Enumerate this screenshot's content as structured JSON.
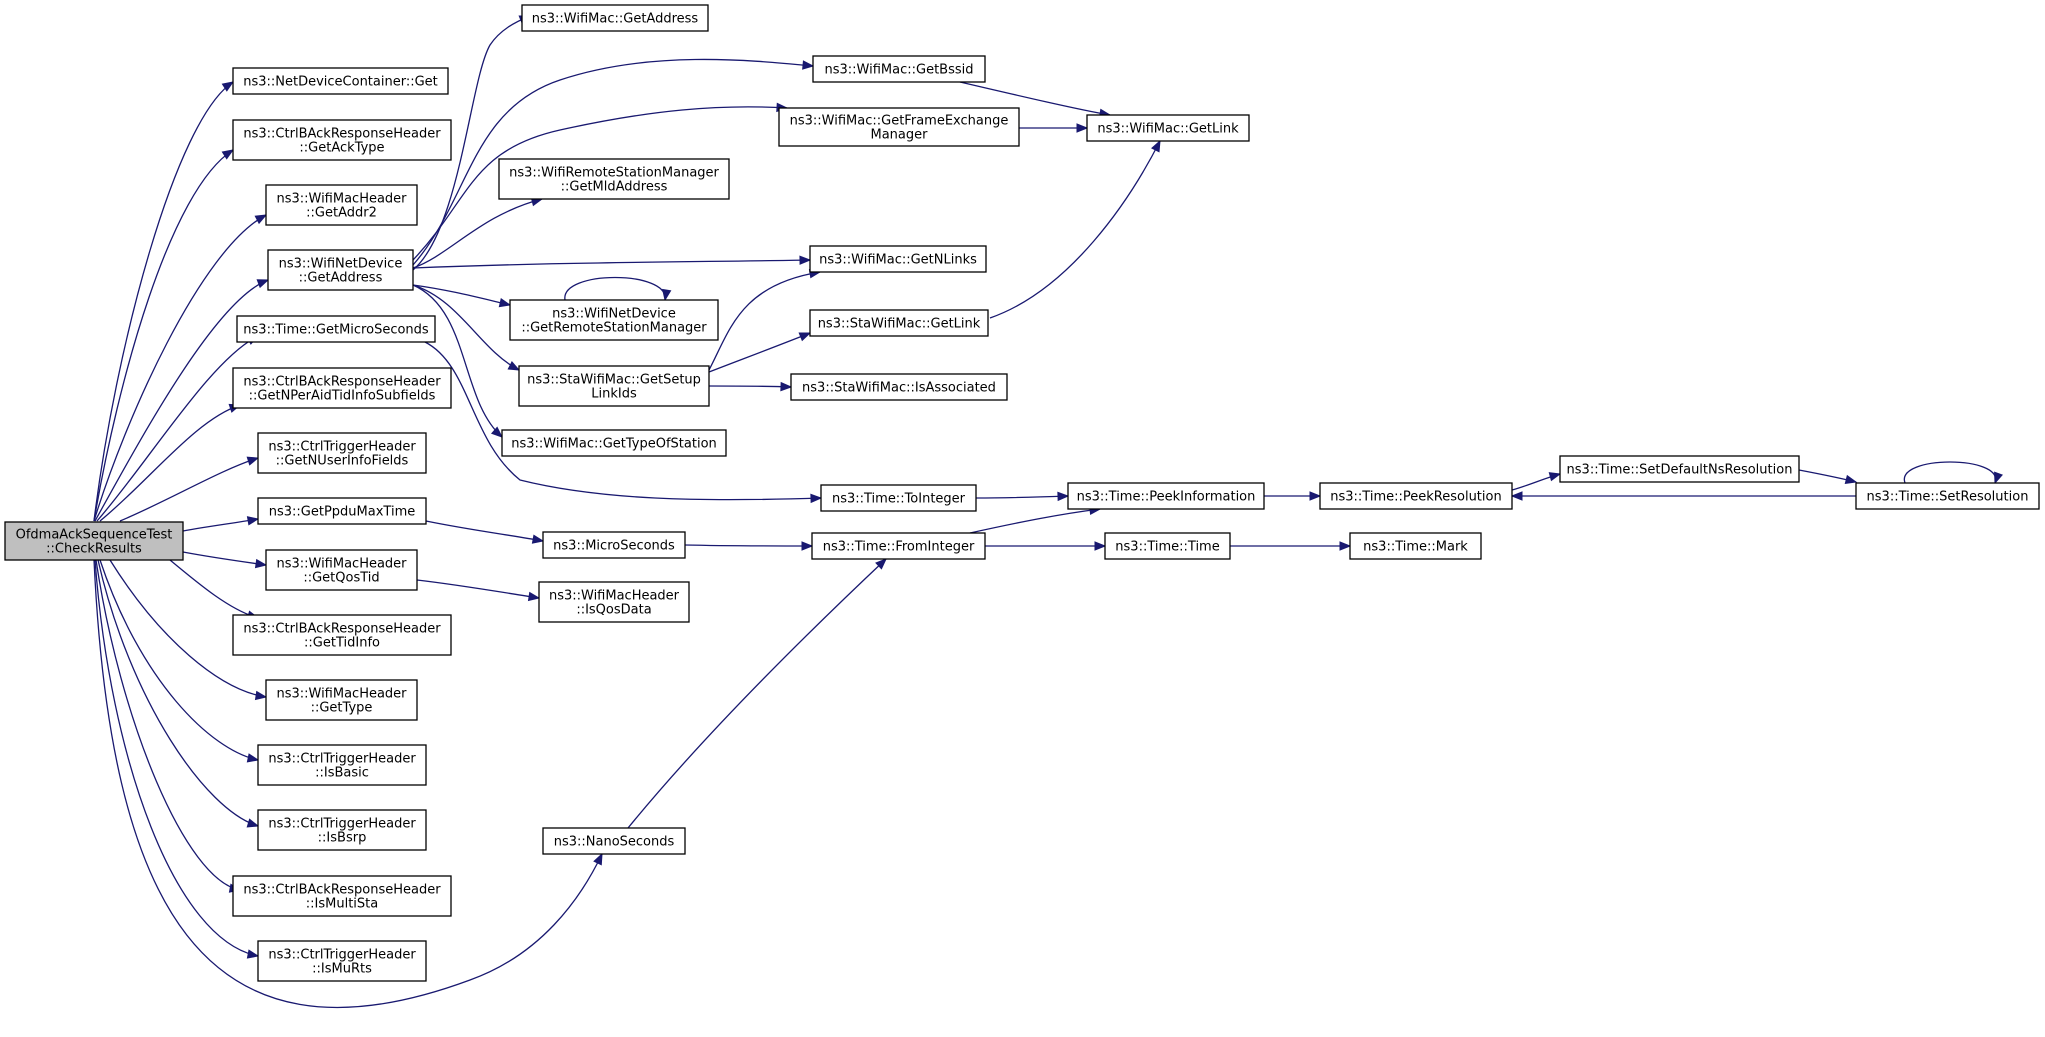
{
  "graph": {
    "nodes": [
      {
        "id": "root",
        "lines": [
          "OfdmaAckSequenceTest",
          "::CheckResults"
        ],
        "root": true
      },
      {
        "id": "ndc_get",
        "lines": [
          "ns3::NetDeviceContainer::Get"
        ]
      },
      {
        "id": "ack_type",
        "lines": [
          "ns3::CtrlBAckResponseHeader",
          "::GetAckType"
        ]
      },
      {
        "id": "addr2",
        "lines": [
          "ns3::WifiMacHeader",
          "::GetAddr2"
        ]
      },
      {
        "id": "wnd_addr",
        "lines": [
          "ns3::WifiNetDevice",
          "::GetAddress"
        ]
      },
      {
        "id": "micro_sec",
        "lines": [
          "ns3::Time::GetMicroSeconds"
        ]
      },
      {
        "id": "nper_aid",
        "lines": [
          "ns3::CtrlBAckResponseHeader",
          "::GetNPerAidTidInfoSubfields"
        ]
      },
      {
        "id": "nuser",
        "lines": [
          "ns3::CtrlTriggerHeader",
          "::GetNUserInfoFields"
        ]
      },
      {
        "id": "ppdu_max",
        "lines": [
          "ns3::GetPpduMaxTime"
        ]
      },
      {
        "id": "qos_tid",
        "lines": [
          "ns3::WifiMacHeader",
          "::GetQosTid"
        ]
      },
      {
        "id": "tid_info",
        "lines": [
          "ns3::CtrlBAckResponseHeader",
          "::GetTidInfo"
        ]
      },
      {
        "id": "get_type",
        "lines": [
          "ns3::WifiMacHeader",
          "::GetType"
        ]
      },
      {
        "id": "is_basic",
        "lines": [
          "ns3::CtrlTriggerHeader",
          "::IsBasic"
        ]
      },
      {
        "id": "is_bsrp",
        "lines": [
          "ns3::CtrlTriggerHeader",
          "::IsBsrp"
        ]
      },
      {
        "id": "is_multi",
        "lines": [
          "ns3::CtrlBAckResponseHeader",
          "::IsMultiSta"
        ]
      },
      {
        "id": "is_murts",
        "lines": [
          "ns3::CtrlTriggerHeader",
          "::IsMuRts"
        ]
      },
      {
        "id": "nano",
        "lines": [
          "ns3::NanoSeconds"
        ]
      },
      {
        "id": "wm_addr",
        "lines": [
          "ns3::WifiMac::GetAddress"
        ]
      },
      {
        "id": "rsm_mld",
        "lines": [
          "ns3::WifiRemoteStationManager",
          "::GetMldAddress"
        ]
      },
      {
        "id": "wnd_rsm",
        "lines": [
          "ns3::WifiNetDevice",
          "::GetRemoteStationManager"
        ]
      },
      {
        "id": "sta_setup",
        "lines": [
          "ns3::StaWifiMac::GetSetup",
          "LinkIds"
        ]
      },
      {
        "id": "wm_type",
        "lines": [
          "ns3::WifiMac::GetTypeOfStation"
        ]
      },
      {
        "id": "micro",
        "lines": [
          "ns3::MicroSeconds"
        ]
      },
      {
        "id": "is_qos",
        "lines": [
          "ns3::WifiMacHeader",
          "::IsQosData"
        ]
      },
      {
        "id": "wm_bssid",
        "lines": [
          "ns3::WifiMac::GetBssid"
        ]
      },
      {
        "id": "wm_fem",
        "lines": [
          "ns3::WifiMac::GetFrameExchange",
          "Manager"
        ]
      },
      {
        "id": "wm_nlinks",
        "lines": [
          "ns3::WifiMac::GetNLinks"
        ]
      },
      {
        "id": "sta_link",
        "lines": [
          "ns3::StaWifiMac::GetLink"
        ]
      },
      {
        "id": "sta_assoc",
        "lines": [
          "ns3::StaWifiMac::IsAssociated"
        ]
      },
      {
        "id": "to_int",
        "lines": [
          "ns3::Time::ToInteger"
        ]
      },
      {
        "id": "from_int",
        "lines": [
          "ns3::Time::FromInteger"
        ]
      },
      {
        "id": "wm_link",
        "lines": [
          "ns3::WifiMac::GetLink"
        ]
      },
      {
        "id": "peek_info",
        "lines": [
          "ns3::Time::PeekInformation"
        ]
      },
      {
        "id": "time_time",
        "lines": [
          "ns3::Time::Time"
        ]
      },
      {
        "id": "peek_res",
        "lines": [
          "ns3::Time::PeekResolution"
        ]
      },
      {
        "id": "time_mark",
        "lines": [
          "ns3::Time::Mark"
        ]
      },
      {
        "id": "set_default",
        "lines": [
          "ns3::Time::SetDefaultNsResolution"
        ]
      },
      {
        "id": "set_res",
        "lines": [
          "ns3::Time::SetResolution"
        ]
      }
    ]
  },
  "colors": {
    "edge": "#191970",
    "root_fill": "#bfbfbf",
    "node_fill": "#ffffff",
    "node_stroke": "#000000"
  }
}
